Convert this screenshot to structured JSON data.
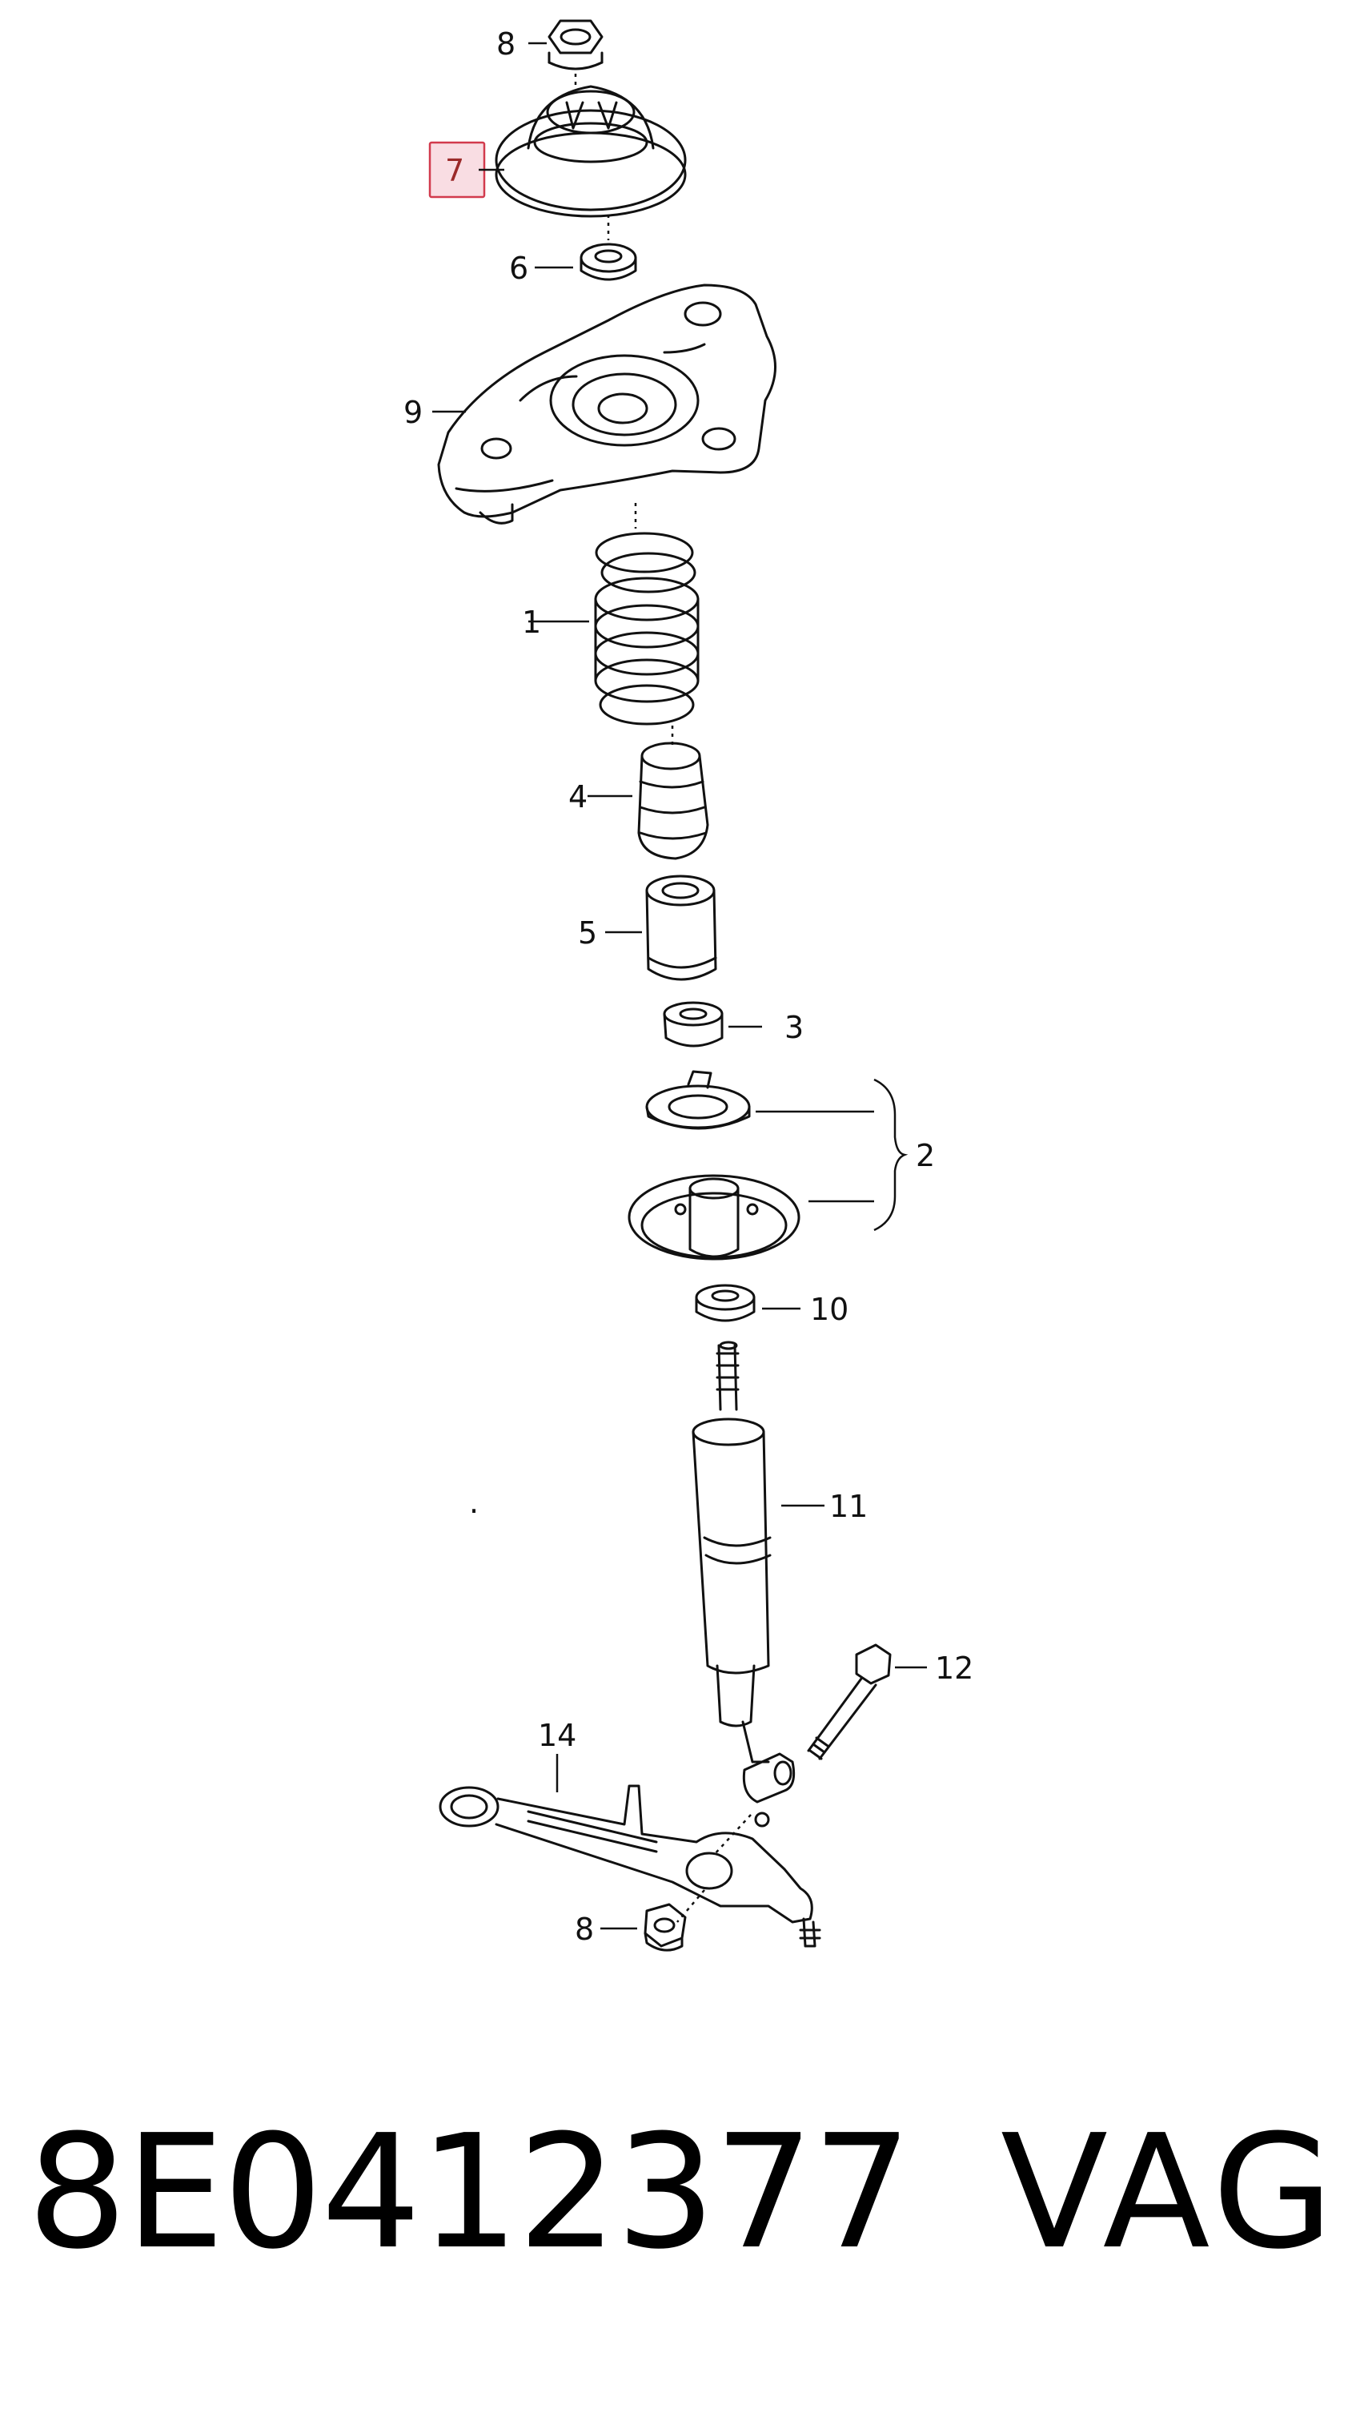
{
  "callouts": {
    "c8_top": "8",
    "c7": "7",
    "c6": "6",
    "c9": "9",
    "c1": "1",
    "c4": "4",
    "c5": "5",
    "c3": "3",
    "c2": "2",
    "c10": "10",
    "c11": "11",
    "c12": "12",
    "c14": "14",
    "c8_bottom": "8"
  },
  "highlighted_callout": "7",
  "footer": {
    "part_number": "8E0412377",
    "brand": "VAG"
  },
  "colors": {
    "line": "#111111",
    "highlight_fill": "#f9dde3",
    "highlight_border": "#d23a4d"
  }
}
